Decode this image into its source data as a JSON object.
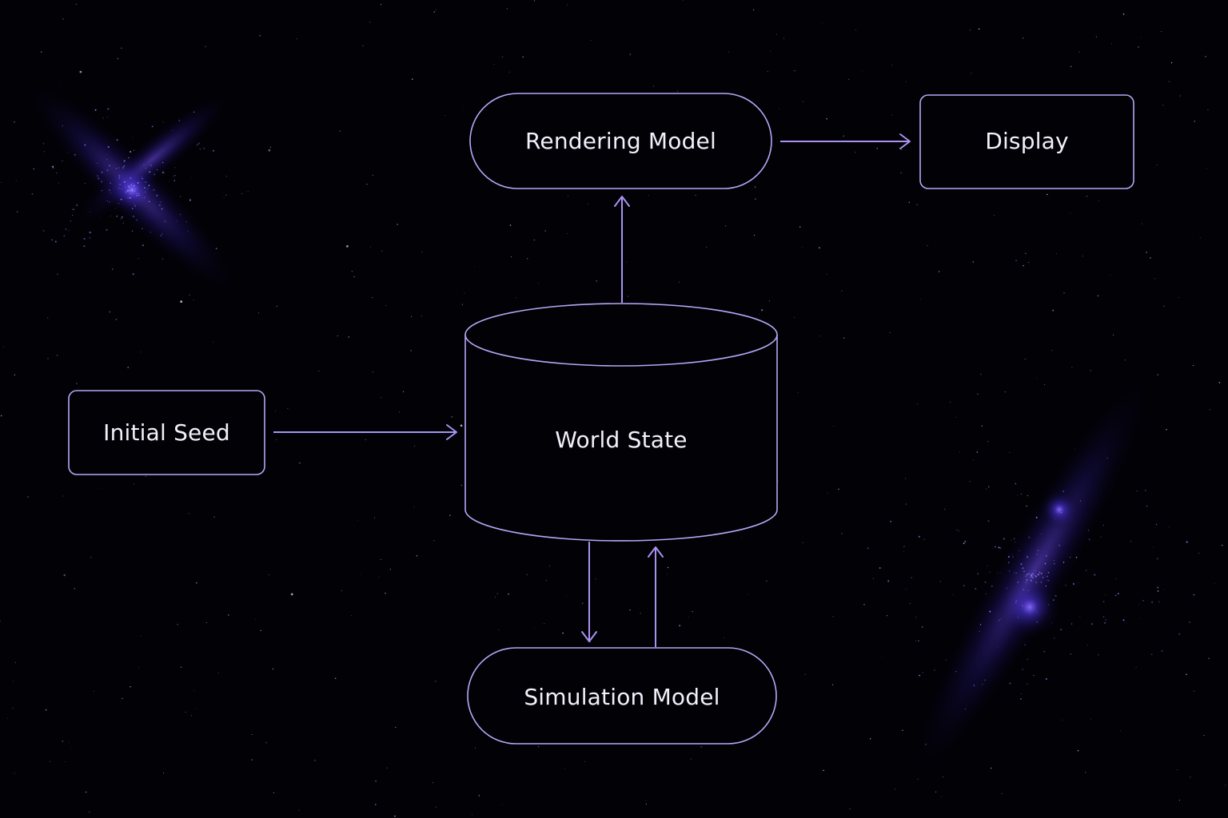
{
  "diagram": {
    "colors": {
      "background": "#020106",
      "node_stroke": "#b7a6f5",
      "edge": "#a893f0",
      "text": "#f2f0fa",
      "nebula_blue": "#3a2cc8",
      "nebula_violet": "#7a3df0"
    },
    "nodes": {
      "rendering_model": {
        "label": "Rendering Model",
        "shape": "stadium"
      },
      "display": {
        "label": "Display",
        "shape": "rounded-rectangle"
      },
      "world_state": {
        "label": "World State",
        "shape": "cylinder"
      },
      "initial_seed": {
        "label": "Initial Seed",
        "shape": "rounded-rectangle"
      },
      "simulation_model": {
        "label": "Simulation Model",
        "shape": "stadium"
      }
    },
    "edges": [
      {
        "from": "initial_seed",
        "to": "world_state"
      },
      {
        "from": "world_state",
        "to": "rendering_model"
      },
      {
        "from": "rendering_model",
        "to": "display"
      },
      {
        "from": "world_state",
        "to": "simulation_model"
      },
      {
        "from": "simulation_model",
        "to": "world_state"
      }
    ]
  }
}
